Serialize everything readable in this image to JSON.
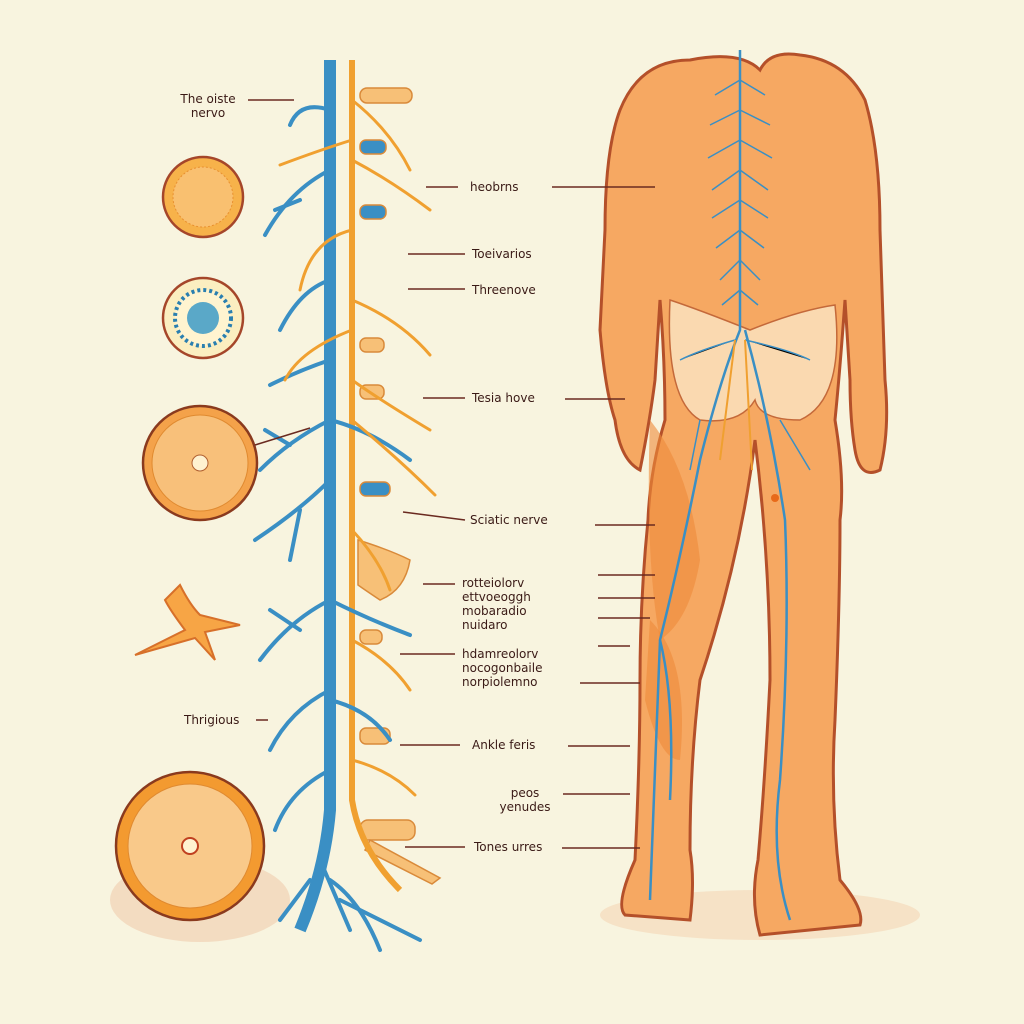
{
  "colors": {
    "background": "#f8f4df",
    "nerve_blue": "#3a8fc4",
    "nerve_orange": "#f0a030",
    "skin": "#f4a460",
    "outline": "#b4502a",
    "label": "#3a1a16"
  },
  "labels": {
    "the_sciatic_nerve": [
      "The oiste",
      "nervo"
    ],
    "heobrns": "heobrns",
    "toeivarios": "Toeivarios",
    "threenove": "Threenove",
    "tesia_hove": "Tesia hove",
    "sciatic_nerve": "Sciatic nerve",
    "group1": [
      "rotteiolorv",
      "ettvoeoggh",
      "mobaradio",
      "nuidaro"
    ],
    "group2": [
      "hdamreolorv",
      "nocogonbaile",
      "norpiolemno"
    ],
    "thrigious": "Thrigious",
    "ankle_feris": "Ankle feris",
    "pecs_yenudes": [
      "peos",
      "yenudes"
    ],
    "tones_urres": "Tones urres"
  }
}
